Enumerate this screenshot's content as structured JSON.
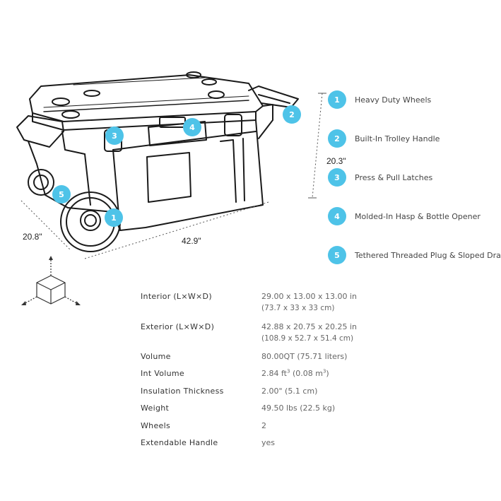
{
  "dimensions": {
    "height": "20.3\"",
    "depth": "20.8\"",
    "length": "42.9\""
  },
  "markers": [
    "1",
    "2",
    "3",
    "4",
    "5"
  ],
  "legend": [
    {
      "num": "1",
      "label": "Heavy Duty Wheels"
    },
    {
      "num": "2",
      "label": "Built-In Trolley Handle"
    },
    {
      "num": "3",
      "label": "Press & Pull Latches"
    },
    {
      "num": "4",
      "label": "Molded-In Hasp & Bottle Opener"
    },
    {
      "num": "5",
      "label": "Tethered Threaded Plug & Sloped Drain"
    }
  ],
  "specs": {
    "interior": {
      "label": "Interior (L×W×D)",
      "value": "29.00 x 13.00 x 13.00 in",
      "value2": "(73.7 x 33 x 33 cm)"
    },
    "exterior": {
      "label": "Exterior (L×W×D)",
      "value": "42.88 x 20.75 x 20.25 in",
      "value2": "(108.9 x 52.7 x 51.4 cm)"
    },
    "volume": {
      "label": "Volume",
      "value": "80.00QT (75.71 liters)"
    },
    "int_volume": {
      "label": "Int Volume",
      "value_a": "2.84 ft",
      "sup_a": "3",
      "value_b": " (0.08 m",
      "sup_b": "3",
      "value_c": ")"
    },
    "insulation": {
      "label": "Insulation Thickness",
      "value": "2.00\" (5.1 cm)"
    },
    "weight": {
      "label": "Weight",
      "value": "49.50 lbs (22.5 kg)"
    },
    "wheels": {
      "label": "Wheels",
      "value": "2"
    },
    "handle": {
      "label": "Extendable Handle",
      "value": "yes"
    }
  },
  "colors": {
    "accent": "#4ec3e8",
    "line": "#1a1a1a"
  },
  "icons": [
    "cooler-line-drawing",
    "3d-cube-icon"
  ]
}
